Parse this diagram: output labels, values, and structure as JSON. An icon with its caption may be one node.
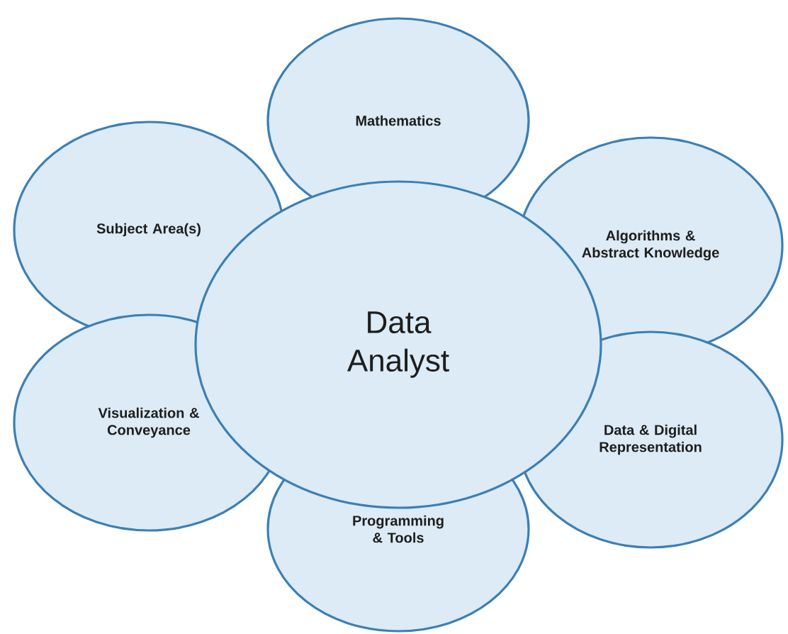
{
  "diagram": {
    "nodes": [
      {
        "text": [
          "Mathematics"
        ]
      },
      {
        "text": [
          "Subject Area(s)"
        ]
      },
      {
        "text": [
          "Algorithms & Abstract Knowledge"
        ]
      },
      {
        "text": [
          "Data Analyst"
        ]
      },
      {
        "text": [
          "Visualization & Conveyance"
        ]
      },
      {
        "text": [
          "Data & Digital Representation"
        ]
      },
      {
        "text": [
          "Programming & Tools"
        ]
      }
    ]
  }
}
